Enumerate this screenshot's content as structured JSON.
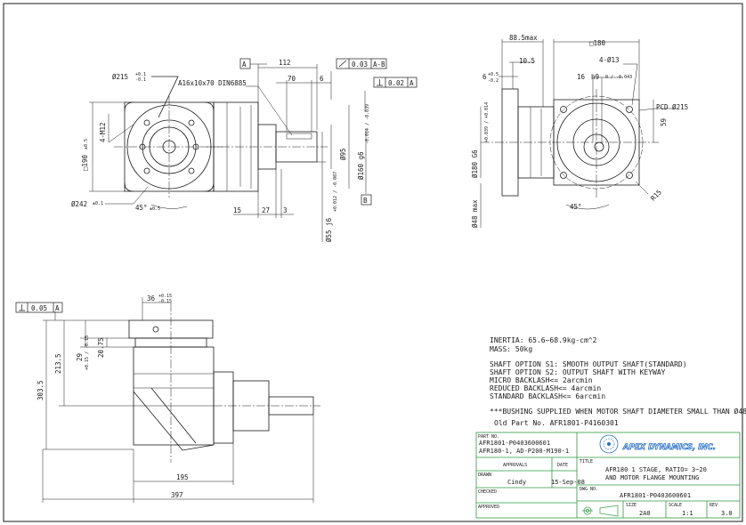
{
  "drawing": {
    "title_block": {
      "part_no_label": "PART NO.",
      "part_no_line1": "AFR1801-P0403600601",
      "part_no_line2": "AFR180-1, AD-P200-M190-1",
      "approvals_label": "APPROVALS",
      "date_label": "DATE",
      "drawn_label": "DRAWN",
      "drawn_by": "Cindy",
      "drawn_date": "15-Sep-08",
      "checked_label": "CHECKED",
      "approved_label": "APPROVED",
      "company": "APEX DYNAMICS, INC.",
      "title_label": "TITLE",
      "title_line1": "AFR180 1 STAGE, RATIO= 3~20",
      "title_line2": "AND MOTOR FLANGE MOUNTING",
      "dwg_no_label": "DWG NO.",
      "dwg_no": "AFR1801-P0403600601",
      "size_label": "SIZE",
      "size": "2A0",
      "scale_label": "SCALE",
      "scale": "1:1",
      "rev_label": "REV",
      "rev": "3.0"
    },
    "notes": {
      "inertia": "INERTIA: 65.6~68.9kg-cm^2",
      "mass": "MASS: 50kg",
      "shaft_s1": "SHAFT OPTION S1: SMOOTH OUTPUT SHAFT(STANDARD)",
      "shaft_s2": "SHAFT OPTION S2: OUTPUT SHAFT WITH KEYWAY",
      "micro": "MICRO BACKLASH<= 2arcmin",
      "reduced": "REDUCED BACKLASH<= 4arcmin",
      "standard": "STANDARD BACKLASH<= 6arcmin",
      "bushing": "***BUSHING SUPPLIED WHEN MOTOR SHAFT DIAMETER SMALL THAN Ø48",
      "old_part": "Old Part No. AFR1801-P4160301"
    },
    "front_view": {
      "d215": "Ø215",
      "d215_tol_hi": "+0.1",
      "d215_tol_lo": "-0.1",
      "sq190": "□190",
      "sq190_tol": "±0.5",
      "thread": "4-M12",
      "d242": "Ø242",
      "d242_tol": "±0.1",
      "angle45": "45°",
      "angle45_tol": "±0.5"
    },
    "side_view": {
      "datum_a": "A",
      "datum_b": "B",
      "dim112": "112",
      "dim70": "70",
      "dim6": "6",
      "key": "A16x10x70 DIN6885",
      "fcf_pos": "0.03",
      "fcf_pos_ref": "A-B",
      "fcf_perp": "0.02",
      "fcf_perp_ref": "A",
      "d95": "Ø95",
      "d160": "Ø160 g6",
      "d160_tol": "-0.014 / -0.039",
      "d55": "Ø55 j6",
      "d55_tol": "+0.012 / -0.007",
      "dim15": "15",
      "dim27": "27",
      "dim3": "3"
    },
    "motor_view": {
      "dim88": "88.5max",
      "sq180": "□180",
      "dim10_5": "10.5",
      "dim6_tol": "6",
      "dim6_tol_hi": "+0.5",
      "dim6_tol_lo": "-0.2",
      "holes": "4-Ø13",
      "dim16": "16",
      "h9": "h9",
      "h9_tol": "0 / -0.043",
      "pcd": "PCD Ø215",
      "dim59": "59",
      "r15": "R15",
      "angle45": "45°",
      "d180": "Ø180 G6",
      "d180_tol": "+0.039 / +0.014",
      "d48": "Ø48 max"
    },
    "bottom_view": {
      "fcf_flat": "0.05",
      "fcf_flat_ref": "A",
      "dim36": "36",
      "dim36_tol_hi": "+0.15",
      "dim36_tol_lo": "-0.15",
      "dim303": "303.5",
      "dim213": "213.5",
      "dim29": "29",
      "dim29_tol": "+0.15 / -0.15",
      "dim20": "20.75",
      "dim195": "195",
      "dim397": "397"
    }
  },
  "colors": {
    "line": "#1a1a1a",
    "titleblock": "#2e9a3e",
    "logo_blue": "#2a70c8",
    "bg": "#ffffff"
  }
}
